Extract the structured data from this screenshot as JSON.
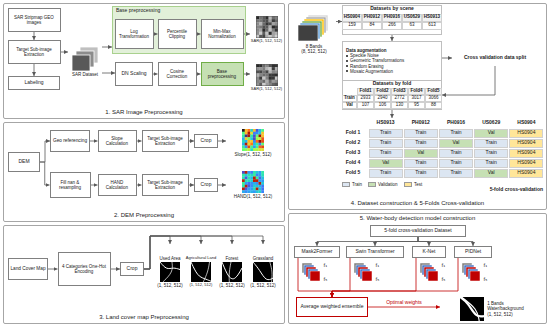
{
  "diagram": {
    "nodes": [
      {
        "text": [
          "1. SAR Image Preprocessing"
        ]
      },
      {
        "text": [
          "SAR Stripmap GEO images"
        ],
        "in": 0
      },
      {
        "text": [
          "Target Sub-image Extraction"
        ],
        "in": 0
      },
      {
        "text": [
          "Labeling"
        ],
        "in": 0
      },
      {
        "text": [
          "SAR Dataset"
        ],
        "in": 0
      },
      {
        "text": [
          "Base preprocessing"
        ],
        "in": 0
      },
      {
        "text": [
          "Log Transformation"
        ],
        "in": 5
      },
      {
        "text": [
          "Percentile Clipping"
        ],
        "in": 5
      },
      {
        "text": [
          "Min-Max Normalization"
        ],
        "in": 5
      },
      {
        "text": [
          "SAR(1, 512, 512)"
        ],
        "in": 0
      },
      {
        "text": [
          "DN Scaling"
        ],
        "in": 0
      },
      {
        "text": [
          "Cosine Correction"
        ],
        "in": 0
      },
      {
        "text": [
          "Base preprocessing"
        ],
        "in": 0
      },
      {
        "text": [
          "SAR(1, 512, 512)"
        ],
        "in": 0
      },
      {
        "text": [
          "2. DEM Preprocessing"
        ]
      },
      {
        "text": [
          "DEM"
        ],
        "in": 14
      },
      {
        "text": [
          "Geo referencing"
        ],
        "in": 14
      },
      {
        "text": [
          "Slope Calculation"
        ],
        "in": 14
      },
      {
        "text": [
          "Target Sub-image Extraction"
        ],
        "in": 14
      },
      {
        "text": [
          "Crop"
        ],
        "in": 14
      },
      {
        "text": [
          "Slope(1, 512, 512)"
        ],
        "in": 14
      },
      {
        "text": [
          "Fill nan & resampling"
        ],
        "in": 14
      },
      {
        "text": [
          "HAND Calculation"
        ],
        "in": 14
      },
      {
        "text": [
          "Target Sub-image Extraction"
        ],
        "in": 14
      },
      {
        "text": [
          "Crop"
        ],
        "in": 14
      },
      {
        "text": [
          "HAND(1, 512, 512)"
        ],
        "in": 14
      },
      {
        "text": [
          "3. Land cover map Preprocessing"
        ]
      },
      {
        "text": [
          "Land Cover Map"
        ],
        "in": 26
      },
      {
        "text": [
          "4 Categories One-Hot Encoding"
        ],
        "in": 26
      },
      {
        "text": [
          "Crop"
        ],
        "in": 26
      },
      {
        "text": [
          "Used Area",
          "(1, 512, 512)"
        ],
        "in": 26
      },
      {
        "text": [
          "Agricultural Land",
          "(1, 512, 512)"
        ],
        "in": 26
      },
      {
        "text": [
          "Forest",
          "(1, 512, 512)"
        ],
        "in": 26
      },
      {
        "text": [
          "Grassland",
          "(1, 512, 512)"
        ],
        "in": 26
      },
      {
        "text": [
          "4. Dataset construction & 5-Folds Cross-validation"
        ]
      },
      {
        "text": [
          "8 Bands",
          "(8, 512, 512)"
        ],
        "in": 34
      },
      {
        "text": [
          "Datasets by scene"
        ],
        "in": 34
      },
      {
        "text": [
          "Data augmentation",
          "Speckle Noise",
          "Geometric Transformations",
          "Random Erasing",
          "Mosaic Augmentation"
        ],
        "in": 34
      },
      {
        "text": [
          "Cross validation data split"
        ],
        "in": 34
      },
      {
        "text": [
          "Datasets by fold"
        ],
        "in": 34
      },
      {
        "text": [
          "5-fold cross-validation"
        ],
        "in": 34
      },
      {
        "text": [
          "5. Water-body detection model construction"
        ]
      },
      {
        "text": [
          "5-fold cross-validation Dataset"
        ],
        "in": 41
      },
      {
        "text": [
          "Mask2Former"
        ],
        "in": 41
      },
      {
        "text": [
          "Swin Transformer"
        ],
        "in": 41
      },
      {
        "text": [
          "K-Net"
        ],
        "in": 41
      },
      {
        "text": [
          "PIDNet"
        ],
        "in": 41
      },
      {
        "text": [
          "Average weighted ensemble"
        ],
        "in": 41
      },
      {
        "text": [
          "1 Bands",
          "Water/background",
          "(1, 512, 512)"
        ],
        "in": 41
      }
    ],
    "edges": [
      {
        "from": 1,
        "to": 2,
        "arrow": "to"
      },
      {
        "from": 2,
        "to": 3,
        "arrow": "to"
      },
      {
        "from": 2,
        "to": 4,
        "arrow": "to"
      },
      {
        "from": 4,
        "to": 5,
        "arrow": "to"
      },
      {
        "from": 4,
        "to": 10,
        "arrow": "to"
      },
      {
        "from": 6,
        "to": 7,
        "arrow": "to"
      },
      {
        "from": 7,
        "to": 8,
        "arrow": "to"
      },
      {
        "from": 8,
        "to": 9,
        "arrow": "to"
      },
      {
        "from": 10,
        "to": 11,
        "arrow": "to"
      },
      {
        "from": 11,
        "to": 12,
        "arrow": "to"
      },
      {
        "from": 12,
        "to": 13,
        "arrow": "to"
      },
      {
        "from": 15,
        "to": 16,
        "arrow": "to"
      },
      {
        "from": 15,
        "to": 21,
        "arrow": "to"
      },
      {
        "from": 16,
        "to": 17,
        "arrow": "to"
      },
      {
        "from": 17,
        "to": 18,
        "arrow": "to"
      },
      {
        "from": 18,
        "to": 19,
        "arrow": "to"
      },
      {
        "from": 19,
        "to": 20,
        "arrow": "to"
      },
      {
        "from": 21,
        "to": 22,
        "arrow": "to"
      },
      {
        "from": 22,
        "to": 23,
        "arrow": "to"
      },
      {
        "from": 23,
        "to": 24,
        "arrow": "to"
      },
      {
        "from": 24,
        "to": 25,
        "arrow": "to"
      },
      {
        "from": 27,
        "to": 28,
        "arrow": "to"
      },
      {
        "from": 28,
        "to": 29,
        "arrow": "to"
      },
      {
        "from": 29,
        "to": 30,
        "arrow": "to"
      },
      {
        "from": 29,
        "to": 31,
        "arrow": "to"
      },
      {
        "from": 29,
        "to": 32,
        "arrow": "to"
      },
      {
        "from": 29,
        "to": 33,
        "arrow": "to"
      },
      {
        "from": 35,
        "to": 36,
        "arrow": "to"
      },
      {
        "from": 36,
        "to": 37,
        "arrow": "to"
      },
      {
        "from": 37,
        "to": 38,
        "arrow": "to"
      },
      {
        "from": 38,
        "to": 39,
        "arrow": "to"
      },
      {
        "from": 39,
        "to": 40,
        "arrow": "to"
      },
      {
        "from": 42,
        "to": 43,
        "arrow": "to"
      },
      {
        "from": 42,
        "to": 44,
        "arrow": "to"
      },
      {
        "from": 42,
        "to": 45,
        "arrow": "to"
      },
      {
        "from": 42,
        "to": 46,
        "arrow": "to"
      },
      {
        "from": 43,
        "to": 47,
        "arrow": "to"
      },
      {
        "from": 44,
        "to": 47,
        "arrow": "to"
      },
      {
        "from": 45,
        "to": 47,
        "arrow": "to"
      },
      {
        "from": 46,
        "to": 47,
        "arrow": "to"
      },
      {
        "from": 47,
        "to": 48,
        "label": "Optimal weights",
        "arrow": "to"
      }
    ],
    "labels": [
      "HS0904",
      "PH0912",
      "PH0916",
      "US0629",
      "HS0913",
      "159",
      "84",
      "266",
      "63",
      "613",
      "Fold1",
      "Fold2",
      "Fold3",
      "Fold4",
      "Fold5",
      "Train",
      "2933",
      "2940",
      "2772",
      "3017",
      "3066",
      "Val",
      "107",
      "106",
      "130",
      "95",
      "88",
      "HS0913",
      "PH0912",
      "PH0916",
      "US0629",
      "HS0904",
      "Fold 1",
      "Train",
      "Train",
      "Train",
      "Val",
      "HS0904",
      "Fold 2",
      "Train",
      "Train",
      "Val",
      "Train",
      "HS0904",
      "Fold 3",
      "Train",
      "Val",
      "Train",
      "Train",
      "HS0904",
      "Fold 4",
      "Val",
      "Train",
      "Train",
      "Train",
      "HS0904",
      "Fold 5",
      "Train",
      "Train",
      "Train",
      "Val",
      "HS0904",
      "f₁",
      "f₅",
      "f₁",
      "f₅",
      "f₁",
      "f₅",
      "f₁",
      "f₅"
    ],
    "legend": [
      {
        "text": "Train",
        "color": "#dce6f2"
      },
      {
        "text": "Validation",
        "color": "#c6e0b4"
      },
      {
        "text": "Test",
        "color": "#ffe699"
      }
    ]
  }
}
